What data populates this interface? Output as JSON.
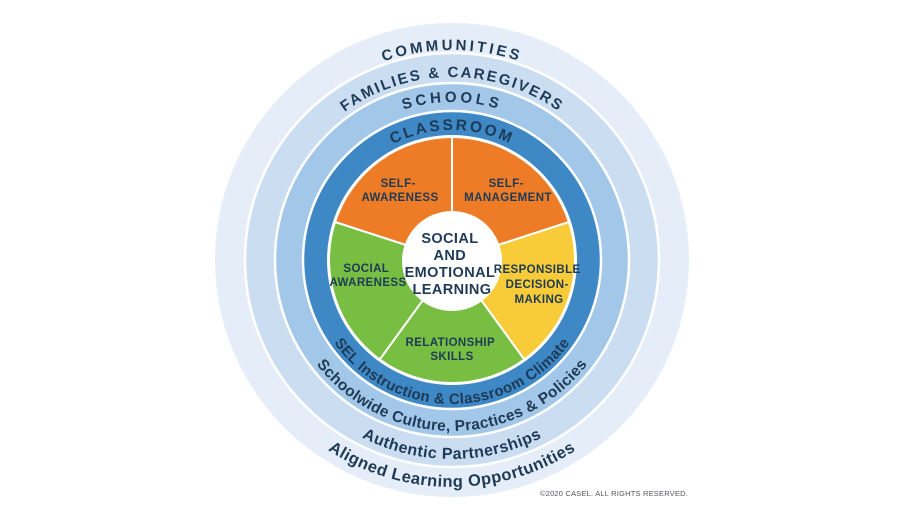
{
  "diagram": {
    "name": "CASEL SEL Framework Wheel",
    "background": "#FFFFFF",
    "text_color": "#1E3A56",
    "copyright_color": "#53565A",
    "center": {
      "lines": [
        "SOCIAL",
        "AND",
        "EMOTIONAL",
        "LEARNING"
      ]
    },
    "competencies": [
      {
        "id": "self-awareness",
        "lines": [
          "SELF-",
          "AWARENESS"
        ],
        "color": "#EE7C26"
      },
      {
        "id": "self-management",
        "lines": [
          "SELF-",
          "MANAGEMENT"
        ],
        "color": "#EE7C26"
      },
      {
        "id": "social-awareness",
        "lines": [
          "SOCIAL",
          "AWARENESS"
        ],
        "color": "#77BE43"
      },
      {
        "id": "relationship-skills",
        "lines": [
          "RELATIONSHIP",
          "SKILLS"
        ],
        "color": "#77BE43"
      },
      {
        "id": "responsible-decision-making",
        "lines": [
          "RESPONSIBLE",
          "DECISION-",
          "MAKING"
        ],
        "color": "#F8CB38"
      }
    ],
    "rings": [
      {
        "id": "classroom",
        "context_label": "CLASSROOM",
        "strategy_label": "SEL Instruction & Classroom Climate",
        "color": "#3E88C5"
      },
      {
        "id": "schools",
        "context_label": "SCHOOLS",
        "strategy_label": "Schoolwide Culture, Practices & Policies",
        "color": "#A2C7E8"
      },
      {
        "id": "families",
        "context_label": "FAMILIES & CAREGIVERS",
        "strategy_label": "Authentic Partnerships",
        "color": "#CBDEF1"
      },
      {
        "id": "communities",
        "context_label": "COMMUNITIES",
        "strategy_label": "Aligned Learning Opportunities",
        "color": "#E5EEF8"
      }
    ],
    "copyright": "©2020 CASEL. ALL RIGHTS RESERVED."
  }
}
